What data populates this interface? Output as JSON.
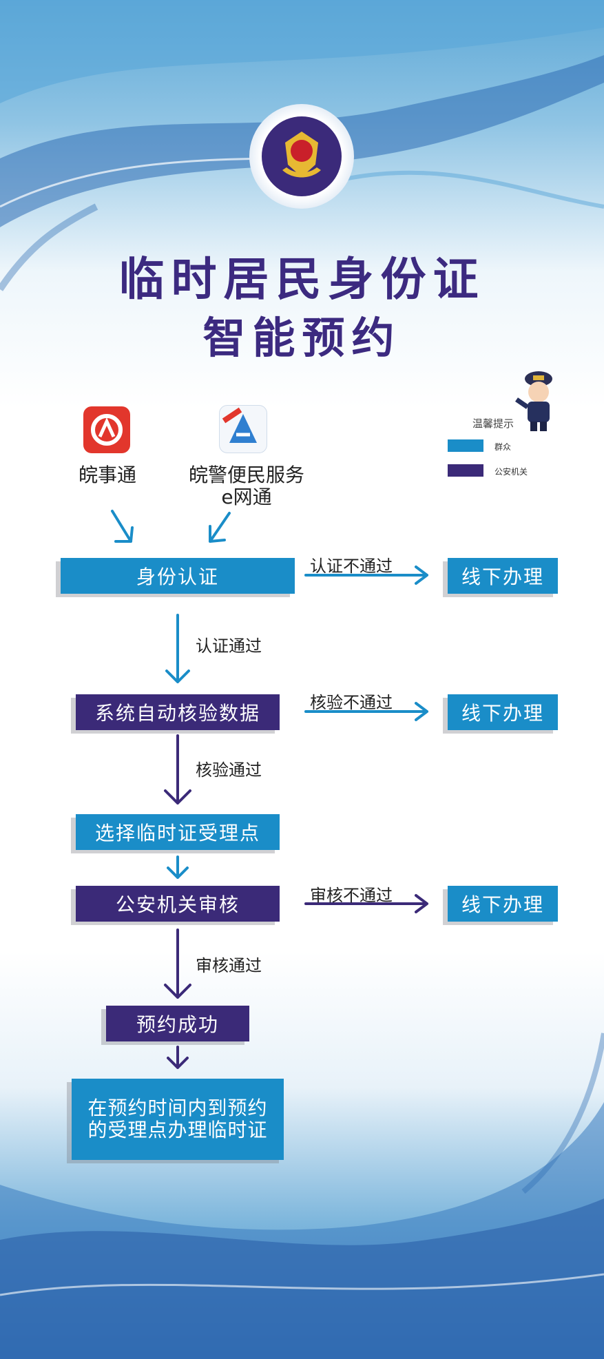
{
  "header": {
    "title_line1": "临时居民身份证",
    "title_line2": "智能预约"
  },
  "apps": [
    {
      "label": "皖事通",
      "icon": "wanshitong-app-icon",
      "color": "#e2362c"
    },
    {
      "label": "皖警便民服务",
      "label_line2": "e网通",
      "icon": "wanjing-app-icon",
      "color": "#2f7fd0"
    }
  ],
  "legend": {
    "title": "温馨提示",
    "items": [
      {
        "label": "群众",
        "color": "#1a8dc8"
      },
      {
        "label": "公安机关",
        "color": "#3b2a78"
      }
    ]
  },
  "flow": {
    "step1": "身份认证",
    "step2": "系统自动核验数据",
    "step3": "选择临时证受理点",
    "step4": "公安机关审核",
    "step5": "预约成功",
    "step6": "在预约时间内到预约的受理点办理临时证",
    "offline1": "线下办理",
    "offline2": "线下办理",
    "offline3": "线下办理",
    "fail1": "认证不通过",
    "fail2": "核验不通过",
    "fail3": "审核不通过",
    "pass1": "认证通过",
    "pass2": "核验通过",
    "pass3": "审核通过"
  },
  "colors": {
    "blue": "#1a8dc8",
    "purple": "#3b2a78",
    "title": "#3c2a80"
  }
}
